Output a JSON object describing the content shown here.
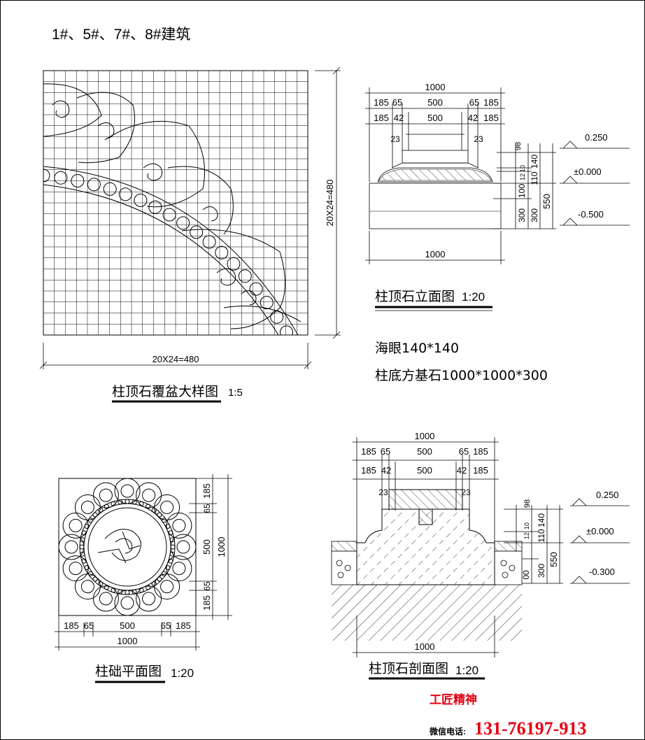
{
  "header": {
    "title": "1#、5#、7#、8#建筑"
  },
  "grid_detail": {
    "caption": "柱顶石覆盆大样图",
    "scale": "1:5",
    "width_dim": "20X24=480",
    "height_dim": "20X24=480"
  },
  "elevation": {
    "caption": "柱顶石立面图",
    "scale": "1:20",
    "total_top": "1000",
    "row1": [
      "185",
      "65",
      "500",
      "65",
      "185"
    ],
    "row2": [
      "185",
      "42",
      "500",
      "42",
      "185"
    ],
    "small": [
      "23",
      "23"
    ],
    "bottom": "1000",
    "vert": [
      "98",
      "140",
      "10",
      "12",
      "110",
      "100",
      "300",
      "300",
      "550"
    ],
    "levels": [
      "0.250",
      "±0.000",
      "-0.500"
    ]
  },
  "notes": {
    "line1": "海眼140*140",
    "line2": "柱底方基石1000*1000*300"
  },
  "plan": {
    "caption": "柱础平面图",
    "scale": "1:20",
    "bottom_row": [
      "185",
      "65",
      "500",
      "65",
      "185"
    ],
    "bottom_total": "1000",
    "right_col": [
      "185",
      "65",
      "500",
      "65",
      "185"
    ],
    "right_total": "1000"
  },
  "section": {
    "caption": "柱顶石剖面图",
    "scale": "1:20",
    "total_top": "1000",
    "row1": [
      "185",
      "65",
      "500",
      "65",
      "185"
    ],
    "row2": [
      "185",
      "42",
      "500",
      "42",
      "185"
    ],
    "small": [
      "23",
      "23"
    ],
    "bottom": "1000",
    "vert": [
      "98",
      "140",
      "10",
      "12",
      "110",
      "00",
      "300",
      "550"
    ],
    "levels": [
      "0.250",
      "±0.000",
      "-0.300"
    ]
  },
  "footer": {
    "slogan": "工匠精神",
    "phone_label": "微信电话:",
    "phone": "131-76197-913",
    "accent": "#e60012"
  }
}
